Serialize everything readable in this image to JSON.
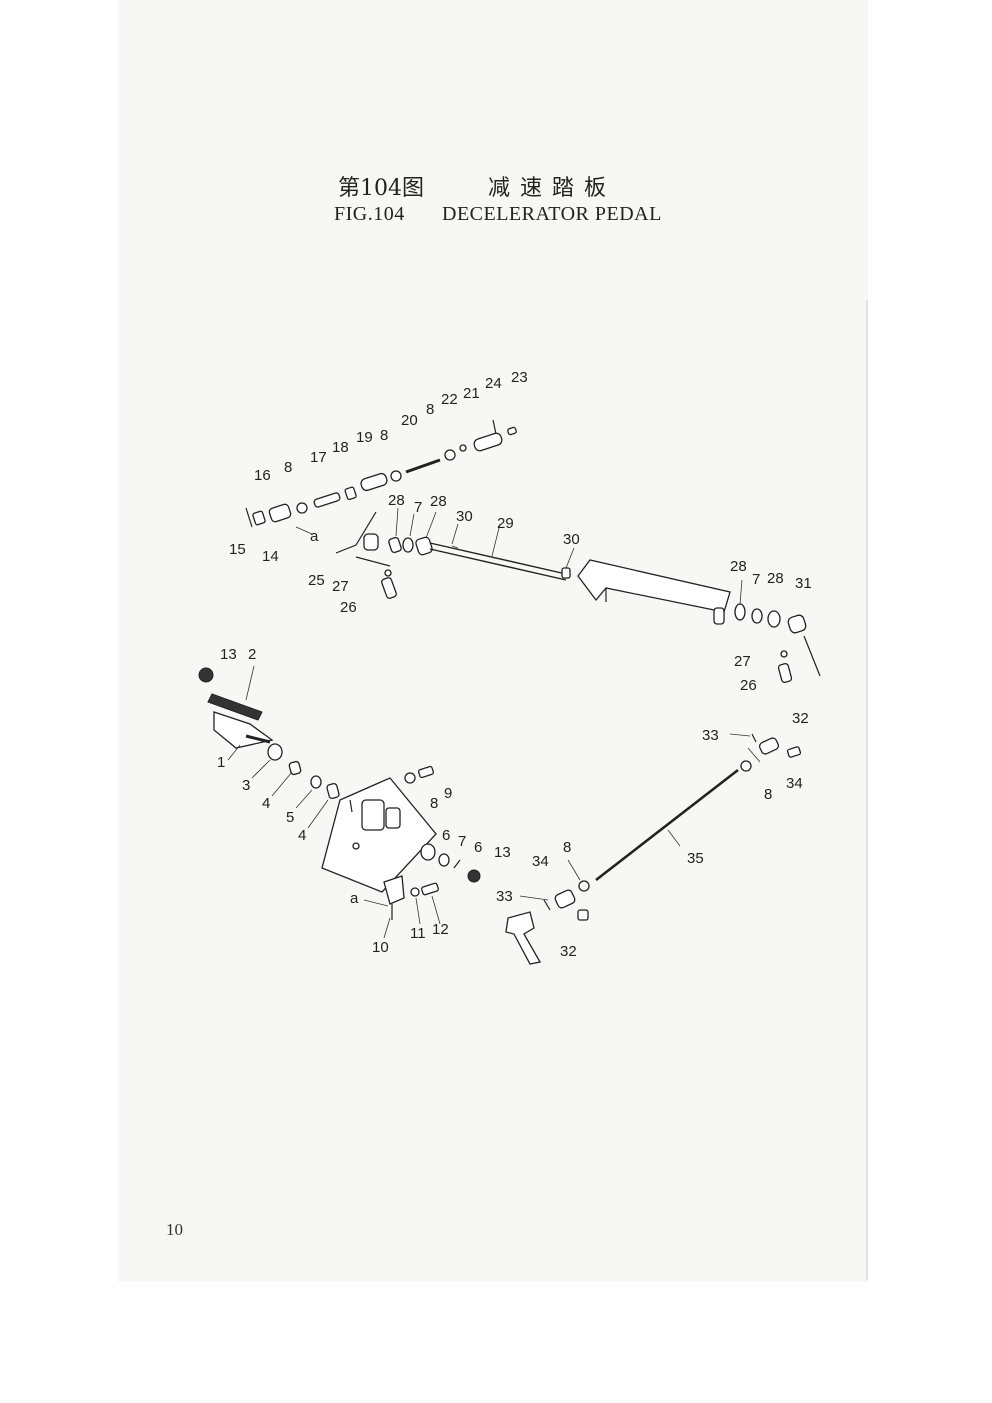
{
  "header": {
    "title_cn_fig": "第104图",
    "title_cn_name": "减速踏板",
    "title_en_fig": "FIG.104",
    "title_en_name": "DECELERATOR PEDAL"
  },
  "page_number": "10",
  "callouts": {
    "c1": "1",
    "c2": "2",
    "c3": "3",
    "c4a": "4",
    "c4b": "4",
    "c5": "5",
    "c6a": "6",
    "c6b": "6",
    "c7a": "7",
    "c7b": "7",
    "c7c": "7",
    "c8a": "8",
    "c8b": "8",
    "c8c": "8",
    "c8d": "8",
    "c8e": "8",
    "c8f": "8",
    "c9": "9",
    "c10": "10",
    "c11": "11",
    "c12": "12",
    "c13a": "13",
    "c13b": "13",
    "c14": "14",
    "c15": "15",
    "c16": "16",
    "c17": "17",
    "c18": "18",
    "c19": "19",
    "c20": "20",
    "c21": "21",
    "c22": "22",
    "c23": "23",
    "c24": "24",
    "c25": "25",
    "c26a": "26",
    "c26b": "26",
    "c27a": "27",
    "c27b": "27",
    "c28a": "28",
    "c28b": "28",
    "c28c": "28",
    "c28d": "28",
    "c29": "29",
    "c30a": "30",
    "c30b": "30",
    "c31": "31",
    "c32a": "32",
    "c32b": "32",
    "c33a": "33",
    "c33b": "33",
    "c34a": "34",
    "c34b": "34",
    "c35": "35",
    "ref_a1": "a",
    "ref_a2": "a"
  }
}
